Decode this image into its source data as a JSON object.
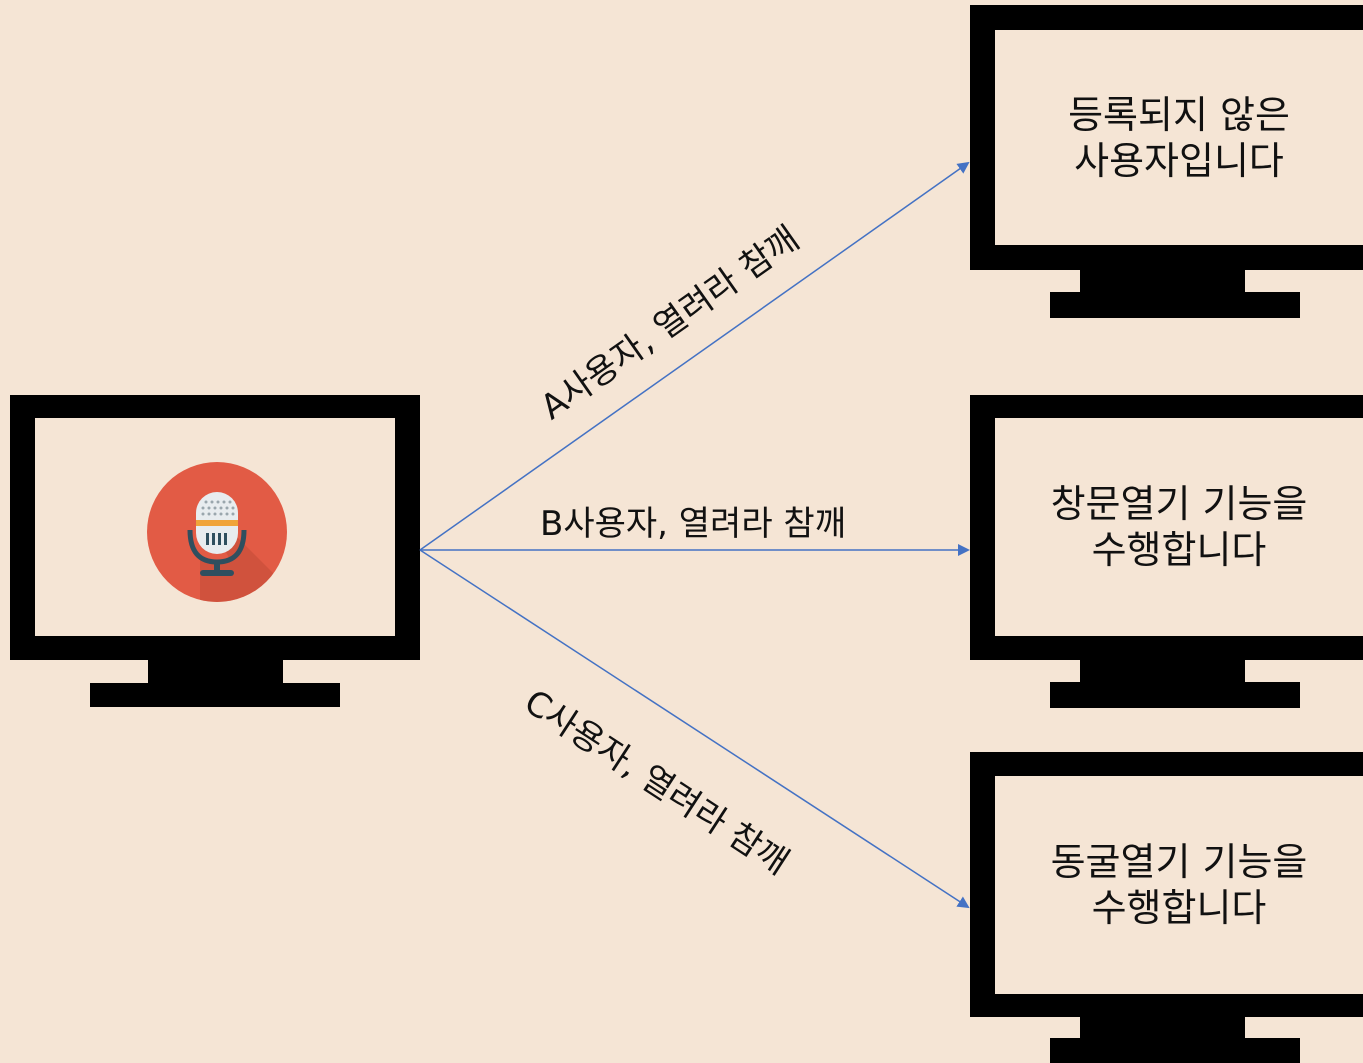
{
  "source": {
    "icon": "microphone-icon",
    "icon_color": "#e25b45"
  },
  "colors": {
    "background": "#f5e5d5",
    "monitor": "#000000",
    "screen": "#f5e5d5",
    "arrow": "#4472c4"
  },
  "arrows": [
    {
      "label": "A사용자, 열려라 참깨",
      "target": "unregistered"
    },
    {
      "label": "B사용자, 열려라 참깨",
      "target": "window-open"
    },
    {
      "label": "C사용자, 열려라 참깨",
      "target": "cave-open"
    }
  ],
  "targets": {
    "unregistered": {
      "line1": "등록되지 않은",
      "line2": "사용자입니다"
    },
    "window_open": {
      "line1": "창문열기 기능을",
      "line2": "수행합니다"
    },
    "cave_open": {
      "line1": "동굴열기 기능을",
      "line2": "수행합니다"
    }
  }
}
